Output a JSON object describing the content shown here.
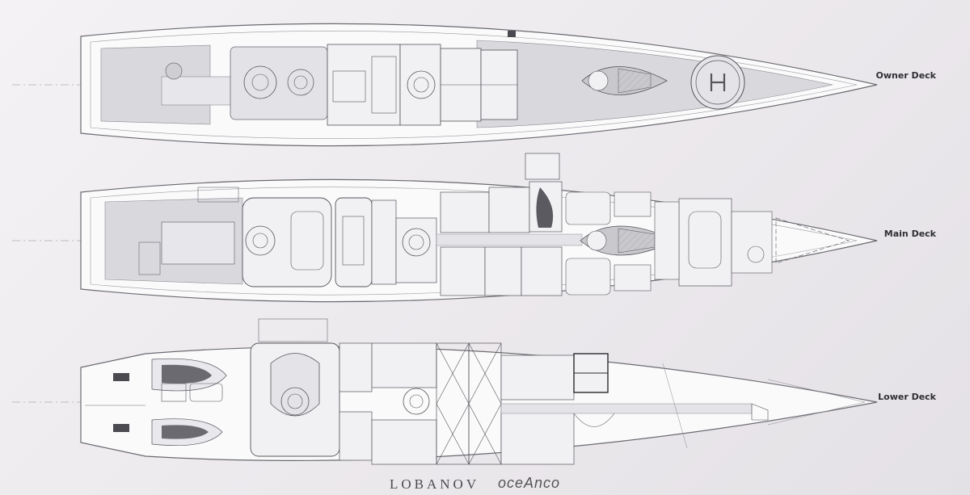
{
  "decks": [
    {
      "name": "Owner Deck"
    },
    {
      "name": "Main Deck"
    },
    {
      "name": "Lower Deck"
    }
  ],
  "branding": {
    "designer": "LOBANOV",
    "builder": "oceAnco"
  },
  "colors": {
    "hull_line": "#6a6a70",
    "deck_fill": "#d9d8dc",
    "room_line": "#55555a",
    "accent_dark": "#2a2a2e"
  }
}
